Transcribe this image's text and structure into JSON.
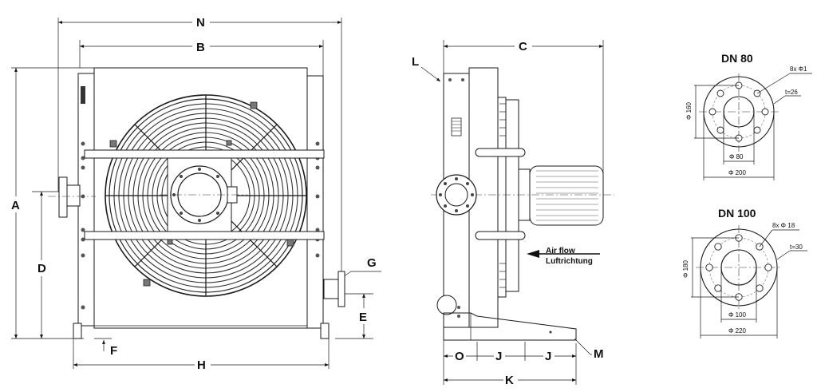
{
  "dimensions": {
    "N": "N",
    "B": "B",
    "A": "A",
    "D": "D",
    "F": "F",
    "H": "H",
    "G": "G",
    "E": "E",
    "C": "C",
    "L": "L",
    "O": "O",
    "J1": "J",
    "J2": "J",
    "K": "K",
    "M": "M"
  },
  "airflow": {
    "line1": "Air flow",
    "line2": "Luftrichtung"
  },
  "flange_dn80": {
    "title": "DN 80",
    "holes": "8x Φ1",
    "thickness": "t=26",
    "pcd": "Φ 160",
    "bore": "Φ 80",
    "outer": "Φ 200"
  },
  "flange_dn100": {
    "title": "DN 100",
    "holes": "8x Φ 18",
    "thickness": "t=30",
    "pcd": "Φ 180",
    "bore": "Φ 100",
    "outer": "Φ 220"
  }
}
